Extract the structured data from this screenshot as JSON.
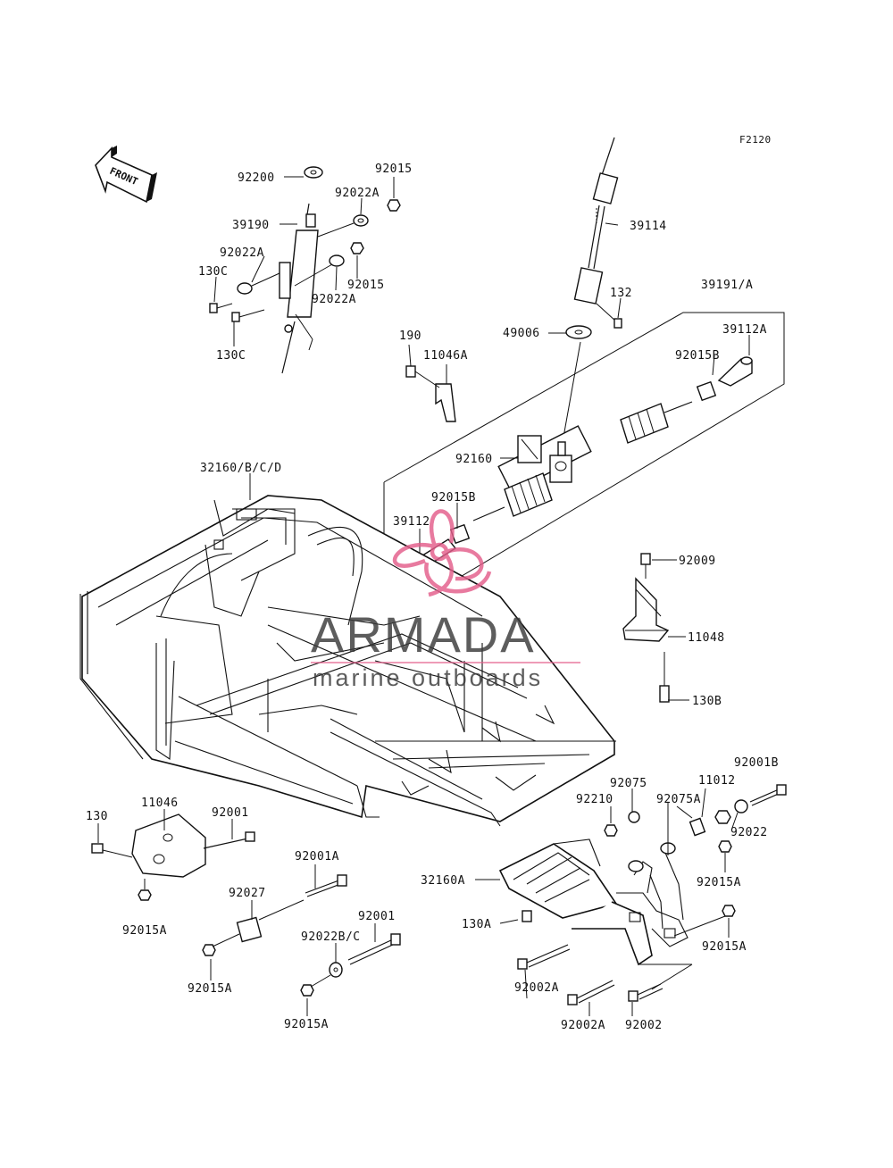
{
  "figure_code": "F2120",
  "front_indicator": "FRONT",
  "watermark": {
    "brand": "ARMADA",
    "tagline": "marine outboards",
    "color": "#e35d8a",
    "text_color": "#333333"
  },
  "labels": {
    "l92200": "92200",
    "l92015_top": "92015",
    "l92022A_1": "92022A",
    "l39190": "39190",
    "l92022A_2": "92022A",
    "l130C_1": "130C",
    "l92015_mid": "92015",
    "l92022A_3": "92022A",
    "l130C_2": "130C",
    "l39114": "39114",
    "l132": "132",
    "l39191A": "39191/A",
    "l49006": "49006",
    "l39112A": "39112A",
    "l190": "190",
    "l11046A": "11046A",
    "l92015B_1": "92015B",
    "l92160": "92160",
    "l32160BCD": "32160/B/C/D",
    "l92015B_2": "92015B",
    "l39112": "39112",
    "l92009": "92009",
    "l11048": "11048",
    "l130B": "130B",
    "l92001B": "92001B",
    "l92075": "92075",
    "l11012": "11012",
    "l92210": "92210",
    "l92075A": "92075A",
    "l92022": "92022",
    "l130": "130",
    "l11046": "11046",
    "l92001_1": "92001",
    "l92001A": "92001A",
    "l32160A": "32160A",
    "l92015A_r1": "92015A",
    "l92027": "92027",
    "l130A": "130A",
    "l92015A_l": "92015A",
    "l92001_2": "92001",
    "l92015A_r2": "92015A",
    "l92022BC": "92022B/C",
    "l92015A_b1": "92015A",
    "l92002A_1": "92002A",
    "l92015A_b2": "92015A",
    "l92002A_2": "92002A",
    "l92002": "92002"
  }
}
